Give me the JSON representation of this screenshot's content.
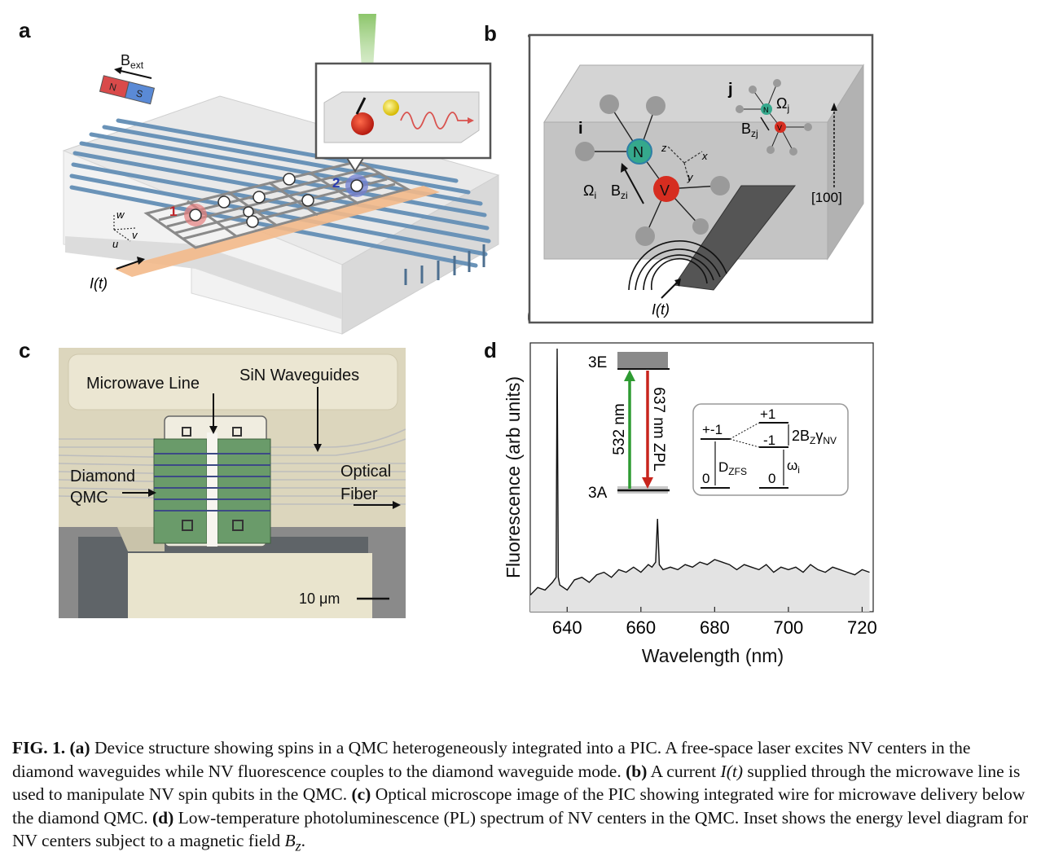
{
  "figure": {
    "panel_labels": {
      "a": "a",
      "b": "b",
      "c": "c",
      "d": "d"
    },
    "panel_a": {
      "b_ext_main": "B",
      "b_ext_sub": "ext",
      "magnet_n": "N",
      "magnet_s": "S",
      "axis_w": "w",
      "axis_u": "u",
      "axis_v": "v",
      "current_label": "I(t)",
      "spin_1": "1",
      "spin_2": "2"
    },
    "panel_b": {
      "site_i": "i",
      "site_j": "j",
      "atom_n": "N",
      "atom_v": "V",
      "omega_i": "Ω",
      "omega_i_sub": "i",
      "b_zi": "B",
      "b_zi_sub": "zi",
      "omega_j": "Ω",
      "omega_j_sub": "j",
      "b_zj": "B",
      "b_zj_sub": "zj",
      "axis_z": "z",
      "axis_x": "x",
      "axis_y": "y",
      "direction": "[100]",
      "current_label": "I(t)"
    },
    "panel_c": {
      "microwave_line": "Microwave Line",
      "sin_waveguides": "SiN Waveguides",
      "diamond_qmc_1": "Diamond",
      "diamond_qmc_2": "QMC",
      "optical_fiber_1": "Optical",
      "optical_fiber_2": "Fiber",
      "scale_bar": "10 μm"
    },
    "panel_d_inset": {
      "level_3e": "3E",
      "level_3a": "3A",
      "excitation": "532 nm",
      "emission": "637 nm ZPL",
      "plus_one": "+1",
      "pm_one": "+-1",
      "minus_one": "-1",
      "zero_left": "0",
      "zero_right": "0",
      "d_zfs": "D",
      "d_zfs_sub": "ZFS",
      "two_b": "2B",
      "two_b_sub1": "Z",
      "gamma": "γ",
      "two_b_sub2": "NV",
      "omega": "ω",
      "omega_sub": "i"
    }
  },
  "chart_data": {
    "type": "line",
    "title": "",
    "xlabel": "Wavelength (nm)",
    "ylabel": "Fluorescence (arb units)",
    "xlim": [
      630,
      723
    ],
    "xticks": [
      640,
      660,
      680,
      700,
      720
    ],
    "yticks": [],
    "grid": false,
    "series": [
      {
        "x": [
          630,
          632,
          634,
          636,
          637,
          637.3,
          637.6,
          638,
          640,
          642,
          644,
          646,
          648,
          650,
          652,
          654,
          656,
          658,
          660,
          662,
          663,
          664,
          664.5,
          665,
          666,
          668,
          670,
          672,
          674,
          676,
          678,
          680,
          682,
          684,
          686,
          688,
          690,
          692,
          694,
          696,
          698,
          700,
          702,
          704,
          706,
          708,
          710,
          712,
          714,
          716,
          718,
          720,
          722
        ],
        "y": [
          0.03,
          0.06,
          0.05,
          0.08,
          0.1,
          1.0,
          0.1,
          0.07,
          0.05,
          0.09,
          0.1,
          0.08,
          0.11,
          0.12,
          0.1,
          0.13,
          0.12,
          0.14,
          0.12,
          0.15,
          0.14,
          0.16,
          0.33,
          0.15,
          0.13,
          0.14,
          0.13,
          0.15,
          0.14,
          0.16,
          0.15,
          0.17,
          0.16,
          0.15,
          0.13,
          0.15,
          0.14,
          0.13,
          0.15,
          0.12,
          0.14,
          0.13,
          0.14,
          0.12,
          0.15,
          0.13,
          0.12,
          0.14,
          0.13,
          0.12,
          0.11,
          0.13,
          0.12
        ]
      }
    ]
  },
  "caption": {
    "fig_label": "FIG. 1.",
    "a_label": "(a)",
    "a_text": " Device structure showing spins in a QMC heterogeneously integrated into a PIC. A free-space laser excites NV centers in the diamond waveguides while NV fluorescence couples to the diamond waveguide mode. ",
    "b_label": "(b)",
    "b_text_1": " A current ",
    "b_current": "I(t)",
    "b_text_2": " supplied through the microwave line is used to manipulate NV spin qubits in the QMC. ",
    "c_label": "(c)",
    "c_text": " Optical microscope image of the PIC showing integrated wire for microwave delivery below the diamond QMC. ",
    "d_label": "(d)",
    "d_text": " Low-temperature photoluminescence (PL) spectrum of NV centers in the QMC. Inset shows the energy level diagram for NV centers subject to a magnetic field ",
    "d_field": "B",
    "d_field_sub": "z",
    "d_end": "."
  }
}
